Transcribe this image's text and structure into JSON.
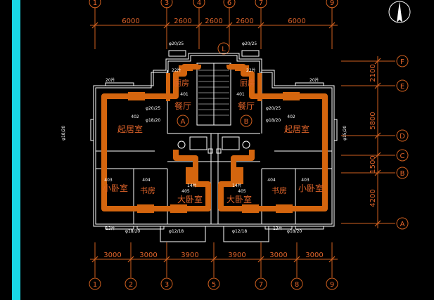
{
  "axes": {
    "top_numbers": [
      "1",
      "3",
      "4",
      "6",
      "7",
      "9"
    ],
    "bottom_numbers": [
      "1",
      "2",
      "3",
      "5",
      "7",
      "8",
      "9"
    ],
    "right_letters": [
      "F",
      "E",
      "D",
      "C",
      "B",
      "A"
    ],
    "center_letter": "L",
    "unit_marks": [
      "A",
      "B"
    ]
  },
  "dimensions": {
    "top": [
      "6000",
      "2600",
      "2600",
      "2600",
      "6000"
    ],
    "bottom": [
      "3000",
      "3000",
      "3900",
      "3900",
      "3000",
      "3000"
    ],
    "right": [
      "2100",
      "5800",
      "1500",
      "4200"
    ]
  },
  "rooms": {
    "living_left": "起居室",
    "living_right": "起居室",
    "dining_left": "餐厅",
    "dining_right": "餐厅",
    "kitchen_left": "厨房",
    "kitchen_right": "厨房",
    "small_bed_left": "小卧室",
    "small_bed_right": "小卧室",
    "study_left": "书房",
    "study_right": "书房",
    "master_left": "大卧室",
    "master_right": "大卧室"
  },
  "room_numbers": [
    "401",
    "401",
    "402",
    "402",
    "403",
    "403",
    "404",
    "404",
    "405",
    "405"
  ],
  "pipe_labels": {
    "p1": "φ20/25",
    "p2": "φ20/25",
    "p3": "φ20/25",
    "p4": "φ20/25",
    "p5": "φ18/20",
    "p6": "φ18/20",
    "p7": "φ18/20",
    "p8": "φ15/20",
    "p9": "φ12/18",
    "p10": "φ12/18",
    "p11": "φ18/20",
    "p12": "φ18/20",
    "fin1": "22片",
    "fin2": "22片",
    "fin3": "14片",
    "fin4": "14片",
    "fin5": "13片",
    "fin6": "13片",
    "fin7": "20片",
    "fin8": "20片"
  },
  "colors": {
    "background": "#000000",
    "lines": "#e0642a",
    "pipe": "#d4650e",
    "walls": "#ffffff",
    "cyan_bar": "#19d7e6"
  }
}
